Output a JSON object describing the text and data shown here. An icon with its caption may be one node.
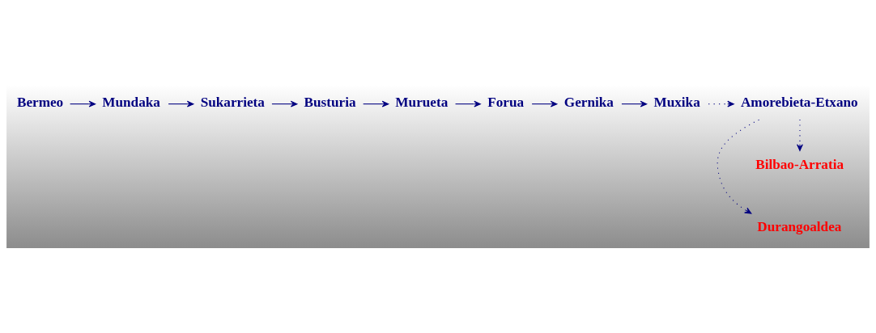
{
  "diagram": {
    "nodes": [
      {
        "text": [
          "Bermeo"
        ]
      },
      {
        "text": [
          "Mundaka"
        ]
      },
      {
        "text": [
          "Sukarrieta"
        ]
      },
      {
        "text": [
          "Busturia"
        ]
      },
      {
        "text": [
          "Murueta"
        ]
      },
      {
        "text": [
          "Forua"
        ]
      },
      {
        "text": [
          "Gernika"
        ]
      },
      {
        "text": [
          "Muxika"
        ]
      },
      {
        "text": [
          "Amorebieta-Etxano"
        ]
      },
      {
        "text": [
          "Durangoaldea"
        ]
      },
      {
        "text": [
          "Bilbao-Arratia"
        ]
      }
    ],
    "edges": [
      {
        "from": 0,
        "to": 1,
        "arrow": "to"
      },
      {
        "from": 1,
        "to": 2,
        "arrow": "to"
      },
      {
        "from": 2,
        "to": 3,
        "arrow": "to"
      },
      {
        "from": 3,
        "to": 4,
        "arrow": "to"
      },
      {
        "from": 4,
        "to": 5,
        "arrow": "to"
      },
      {
        "from": 5,
        "to": 6,
        "arrow": "to"
      },
      {
        "from": 6,
        "to": 7,
        "arrow": "to"
      },
      {
        "from": 7,
        "to": 8,
        "arrow": "to",
        "style": "dashed"
      },
      {
        "from": 8,
        "to": 9,
        "arrow": "to",
        "style": "dashed"
      },
      {
        "from": 8,
        "to": 10,
        "arrow": "to",
        "style": "dashed"
      }
    ]
  }
}
